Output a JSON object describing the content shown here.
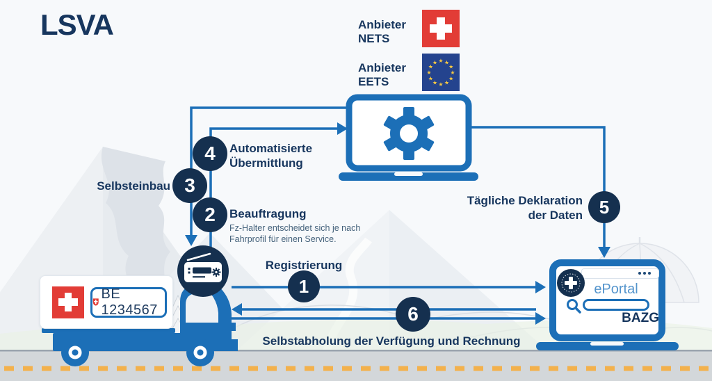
{
  "title": "LSVA",
  "providers": {
    "nets": {
      "line1": "Anbieter",
      "line2": "NETS"
    },
    "eets": {
      "line1": "Anbieter",
      "line2": "EETS"
    }
  },
  "steps": {
    "registrierung": {
      "num": "1",
      "label": "Registrierung"
    },
    "beauftragung": {
      "num": "2",
      "label": "Beauftragung",
      "note1": "Fz-Halter entscheidet sich je nach",
      "note2": "Fahrprofil für einen Service."
    },
    "selbsteinbau": {
      "num": "3",
      "label": "Selbsteinbau"
    },
    "uebermittlung": {
      "num": "4",
      "line1": "Automatisierte",
      "line2": "Übermittlung"
    },
    "deklaration": {
      "num": "5",
      "line1": "Tägliche Deklaration",
      "line2": "der Daten"
    },
    "selbstabholung": {
      "num": "6",
      "label": "Selbstabholung der Verfügung und Rechnung"
    }
  },
  "truck": {
    "plate": "BE 1234567"
  },
  "portal": {
    "name": "ePortal",
    "org": "BAZG"
  },
  "colors": {
    "navy": "#15304f",
    "text_navy": "#17365e",
    "blue": "#1c6fb7",
    "swiss_red": "#e23c36",
    "eu_blue": "#24438e",
    "star_yellow": "#f5c843",
    "road_dash": "#f3b14c",
    "eportal_blue": "#5494cc"
  }
}
